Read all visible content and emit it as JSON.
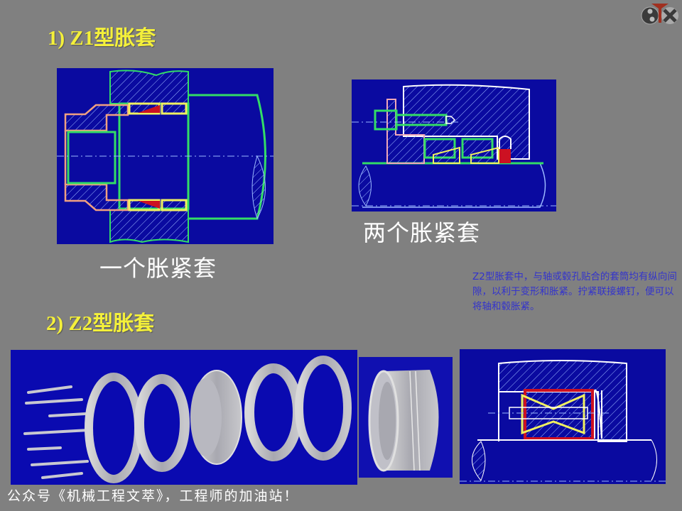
{
  "logo": {
    "icon": "gear-funnel-logo-icon"
  },
  "section1": {
    "title": "1)  Z1型胀套",
    "caption_single": "一个胀紧套",
    "caption_double": "两个胀紧套"
  },
  "section2": {
    "title": "2)  Z2型胀套",
    "note": "Z2型胀套中，与轴或毂孔贴合的套筒均有纵向间隙，以利于变形和胀紧。拧紧联接螺钉，便可以将轴和毂胀紧。"
  },
  "footer": {
    "text": "公众号《机械工程文萃》，工程师的加油站！"
  },
  "colors": {
    "background": "#808080",
    "panel_blue": "#0a0aa0",
    "title_yellow": "#f4f03a",
    "note_blue": "#3333cc",
    "line_green": "#33dd66",
    "line_salmon": "#f0a080",
    "line_yellow": "#f0f060",
    "fill_red": "#cc1122"
  }
}
